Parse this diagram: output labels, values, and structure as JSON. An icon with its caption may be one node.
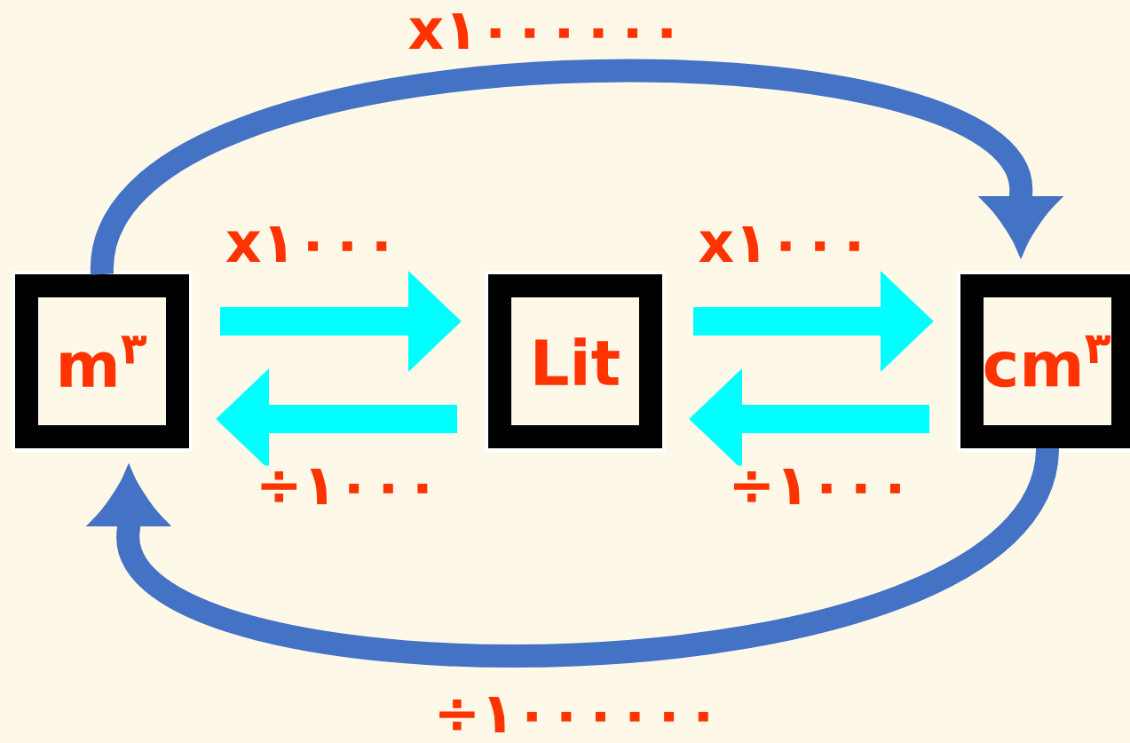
{
  "diagram": {
    "nodes": [
      {
        "text": [
          "m$^{٣}$"
        ]
      },
      {
        "text": [
          "Lit"
        ]
      },
      {
        "text": [
          "cm$^{٣}$"
        ]
      }
    ],
    "edges": [
      {
        "from": 0,
        "to": 1,
        "arrow": "to",
        "label": "x١٠٠٠"
      },
      {
        "from": 1,
        "to": 2,
        "arrow": "to",
        "label": "x١٠٠٠"
      },
      {
        "from": 1,
        "to": 0,
        "arrow": "to",
        "label": "÷١٠٠٠"
      },
      {
        "from": 2,
        "to": 1,
        "arrow": "to",
        "label": "÷١٠٠٠"
      },
      {
        "from": 0,
        "to": 2,
        "arrow": "to",
        "label": "x١٠٠٠٠٠٠",
        "color": "#4472c4"
      },
      {
        "from": 2,
        "to": 0,
        "arrow": "to",
        "label": "÷١٠٠٠٠٠٠",
        "color": "#4472c4"
      }
    ]
  }
}
